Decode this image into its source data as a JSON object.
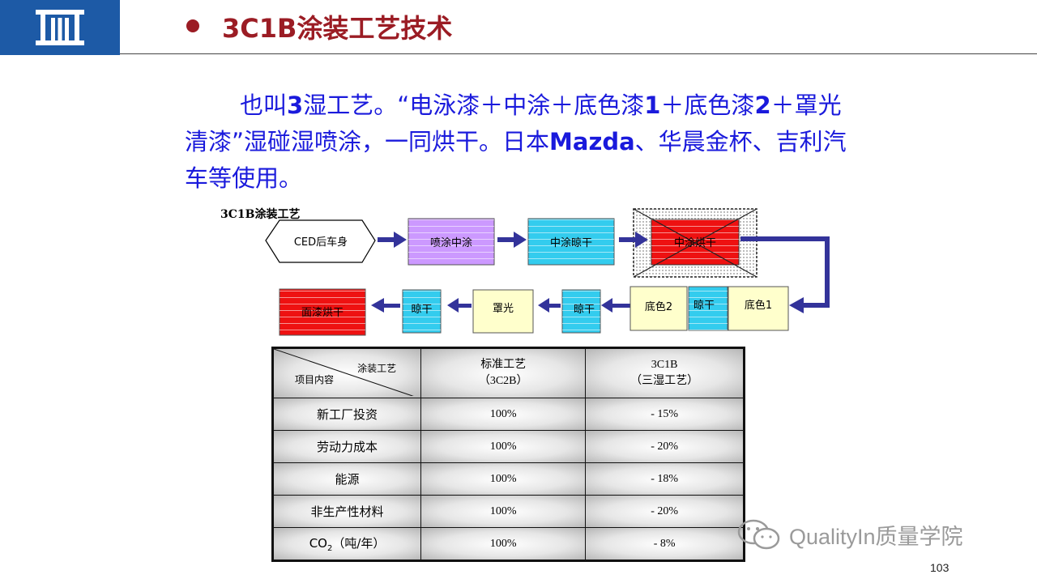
{
  "header": {
    "title": "3C1B涂装工艺技术"
  },
  "intro": {
    "part1": "也叫",
    "part2": "3",
    "part3": "湿工艺。“电泳漆＋中涂＋底色漆",
    "part4": "1",
    "part5": "＋底色漆",
    "part6": "2",
    "part7": "＋罩光清漆”湿碰湿喷涂，一同烘干。日本",
    "part8": "Mazda",
    "part9": "、华晨金杯、吉利汽车等使用。"
  },
  "diagram": {
    "title": "3C1B涂装工艺",
    "nodes": {
      "ced": "CED后车身",
      "spray_mid": "喷涂中涂",
      "mid_flash": "中涂晾干",
      "mid_bake": "中涂烘干",
      "base1": "底色1",
      "flash_a": "晾干",
      "base2": "底色2",
      "flash_b": "晾干",
      "clear": "罩光",
      "flash_c": "晾干",
      "top_bake": "面漆烘干"
    }
  },
  "table": {
    "corner_top": "涂装工艺",
    "corner_bottom": "项目内容",
    "col1": "标准工艺\n（3C2B）",
    "col2": "3C1B\n（三湿工艺）",
    "rows": [
      {
        "item": "新工厂投资",
        "std": "100%",
        "new": "- 15%"
      },
      {
        "item": "劳动力成本",
        "std": "100%",
        "new": "- 20%"
      },
      {
        "item": "能源",
        "std": "100%",
        "new": "- 18%"
      },
      {
        "item": "非生产性材料",
        "std": "100%",
        "new": "- 20%"
      },
      {
        "item_prefix": "CO",
        "item_sub": "2",
        "item_suffix": "（吨/年）",
        "std": "100%",
        "new": "- 8%"
      }
    ]
  },
  "watermark": {
    "text": "QualityIn质量学院"
  },
  "page_number": "103",
  "colors": {
    "brand_blue": "#1d5aa6",
    "title_red": "#9b1c24",
    "text_blue": "#1a1adc",
    "arrow": "#33339a",
    "purple_box": "#cc99ff",
    "cyan_box": "#33ccee",
    "red_box": "#ee1111",
    "cream_box": "#ffffcc"
  }
}
